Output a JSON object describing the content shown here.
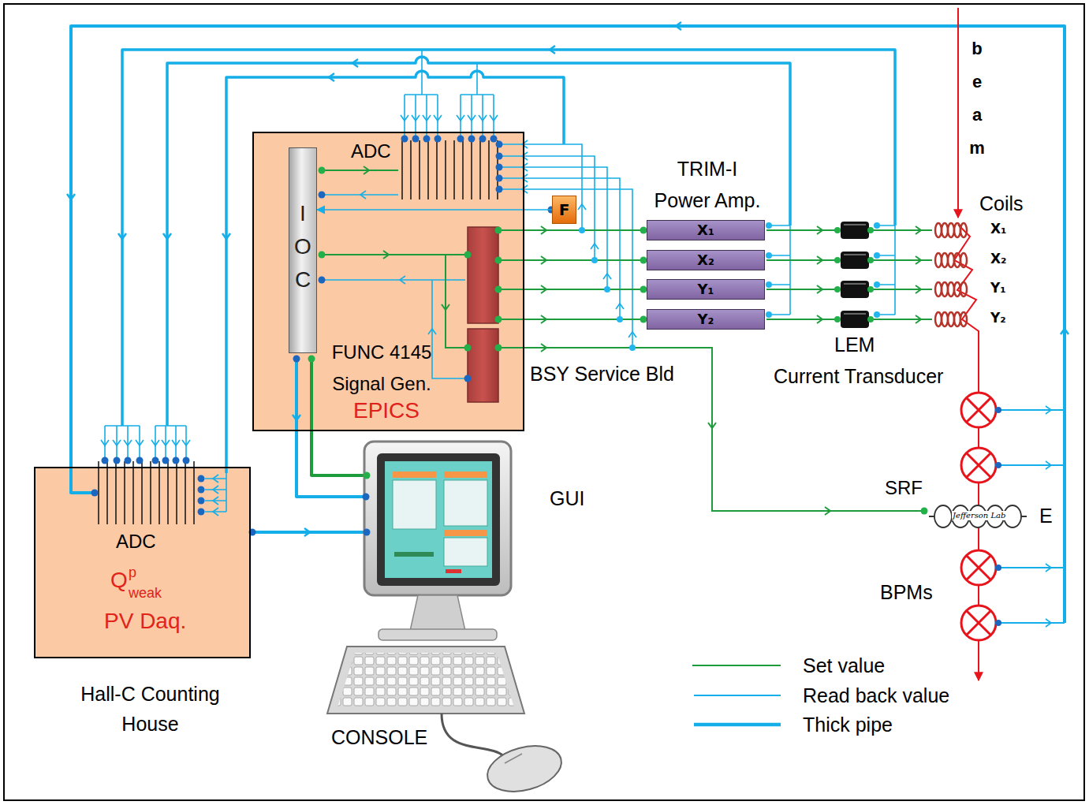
{
  "diagram": {
    "nodes": [
      {
        "text": [
          "ADC",
          "FUNC 4145 Signal Gen.",
          "EPICS"
        ]
      },
      {
        "text": [
          "I O C"
        ],
        "in": 0
      },
      {
        "text": [
          "F"
        ]
      },
      {
        "text": [
          "X₁"
        ]
      },
      {
        "text": [
          "X₂"
        ]
      },
      {
        "text": [
          "Y₁"
        ]
      },
      {
        "text": [
          "Y₂"
        ]
      },
      {
        "text": [
          "ADC",
          "Q",
          "p",
          "weak",
          "PV Daq."
        ]
      }
    ],
    "edges": [
      {
        "from": 2,
        "to": 1,
        "arrow": "to"
      }
    ],
    "labels": [
      "b e a m",
      "TRIM-I Power Amp.",
      "BSY Service Bld",
      "Coils",
      "X₁",
      "X₂",
      "Y₁",
      "Y₂",
      "LEM",
      "Current Transducer",
      "GUI",
      "SRF",
      "Jefferson Lab",
      "E",
      "BPMs",
      "Hall-C Counting House",
      "CONSOLE"
    ],
    "legend": [
      {
        "text": "Set value"
      },
      {
        "text": "Read back value"
      },
      {
        "text": "Thick pipe"
      }
    ]
  }
}
